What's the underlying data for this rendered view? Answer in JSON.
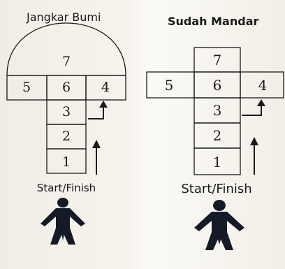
{
  "left_diagram": {
    "title": "Jangkar Bumi",
    "squares": [
      "1",
      "2",
      "3",
      "4",
      "5",
      "6",
      "7"
    ],
    "start_label": "Start/Finish",
    "figure_icon": "person-icon"
  },
  "right_diagram": {
    "title": "Sudah Mandar",
    "squares": [
      "1",
      "2",
      "3",
      "4",
      "5",
      "6",
      "7"
    ],
    "start_label": "Start/Finish",
    "figure_icon": "person-icon"
  },
  "colors": {
    "ink": "#1a1a1a",
    "figure": "#141b26",
    "paper": "#f3efe8"
  }
}
